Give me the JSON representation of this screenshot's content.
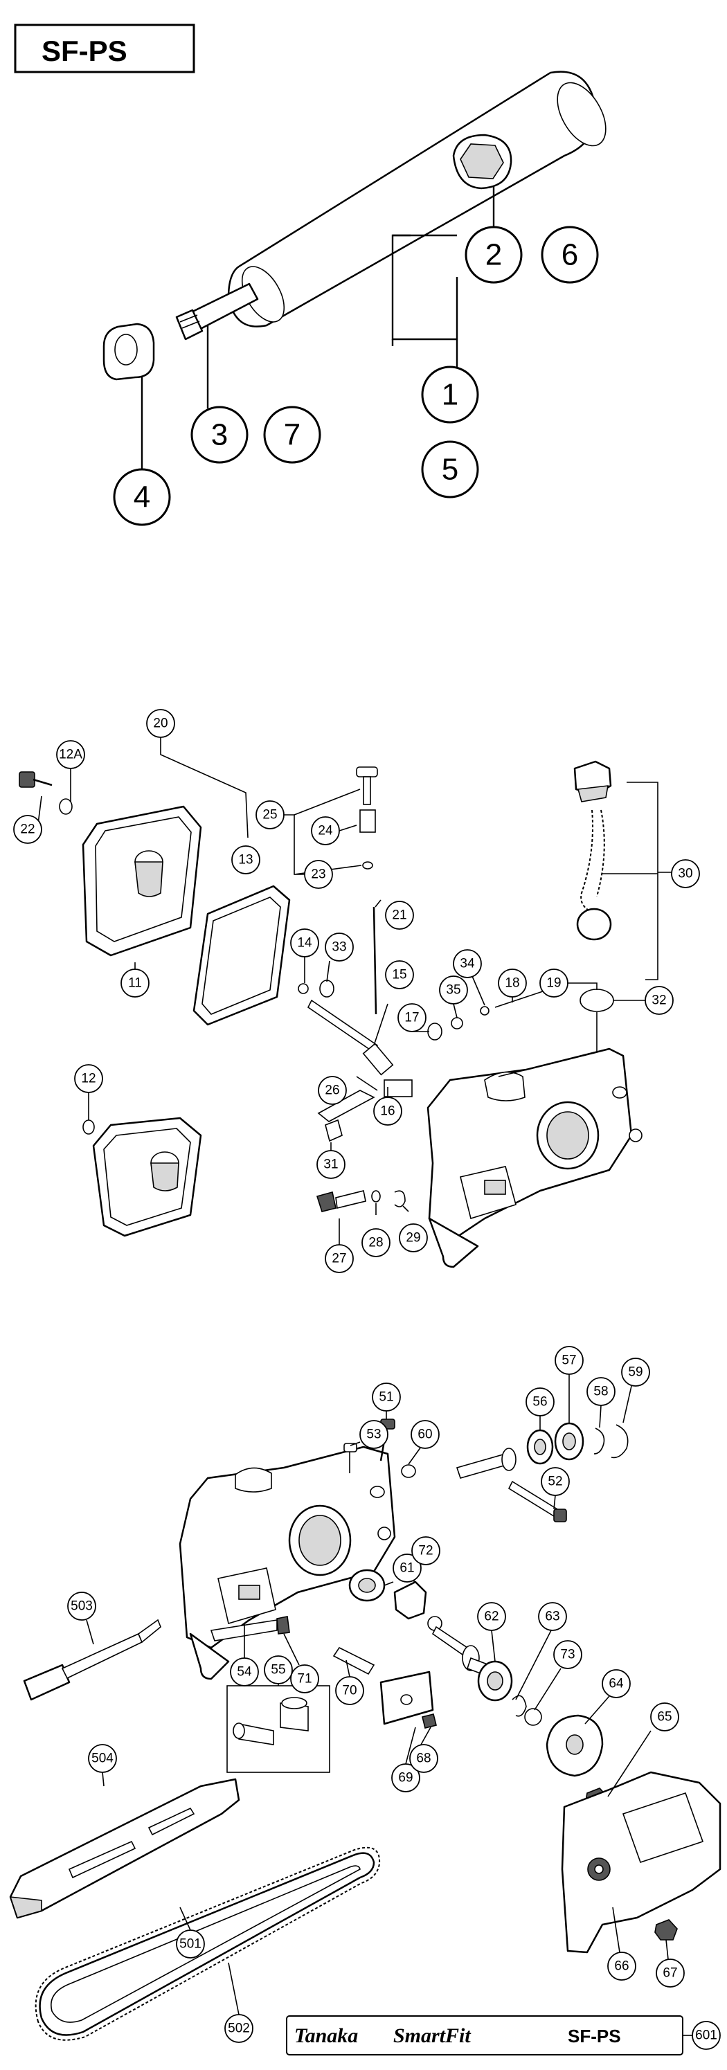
{
  "title": "SF-PS",
  "brand": {
    "name": "Tanaka",
    "product": "SmartFit",
    "model": "SF-PS"
  },
  "callouts_top": [
    "1",
    "2",
    "3",
    "4",
    "5",
    "6",
    "7"
  ],
  "callouts": {
    "c20": "20",
    "c12A": "12A",
    "c22": "22",
    "c13": "13",
    "c11": "11",
    "c12": "12",
    "c25": "25",
    "c24": "24",
    "c23": "23",
    "c21": "21",
    "c14": "14",
    "c33": "33",
    "c15": "15",
    "c17": "17",
    "c26": "26",
    "c16": "16",
    "c31": "31",
    "c27": "27",
    "c28": "28",
    "c29": "29",
    "c34": "34",
    "c35": "35",
    "c18": "18",
    "c19": "19",
    "c32": "32",
    "c30": "30",
    "c51": "51",
    "c53": "53",
    "c60": "60",
    "c56": "56",
    "c57": "57",
    "c58": "58",
    "c59": "59",
    "c52": "52",
    "c61": "61",
    "c72": "72",
    "c503": "503",
    "c54": "54",
    "c71": "71",
    "c70": "70",
    "c62": "62",
    "c63": "63",
    "c73": "73",
    "c55": "55",
    "c69": "69",
    "c68": "68",
    "c64": "64",
    "c65": "65",
    "c504": "504",
    "c501": "501",
    "c502": "502",
    "c66": "66",
    "c67": "67",
    "c601": "601"
  },
  "colors": {
    "line": "#000000",
    "background": "#ffffff",
    "shade": "#d8d8d8"
  },
  "icons": [
    "pole-tube-part",
    "gear-case-part",
    "guide-bar-part",
    "chain-part",
    "wrench-part"
  ]
}
